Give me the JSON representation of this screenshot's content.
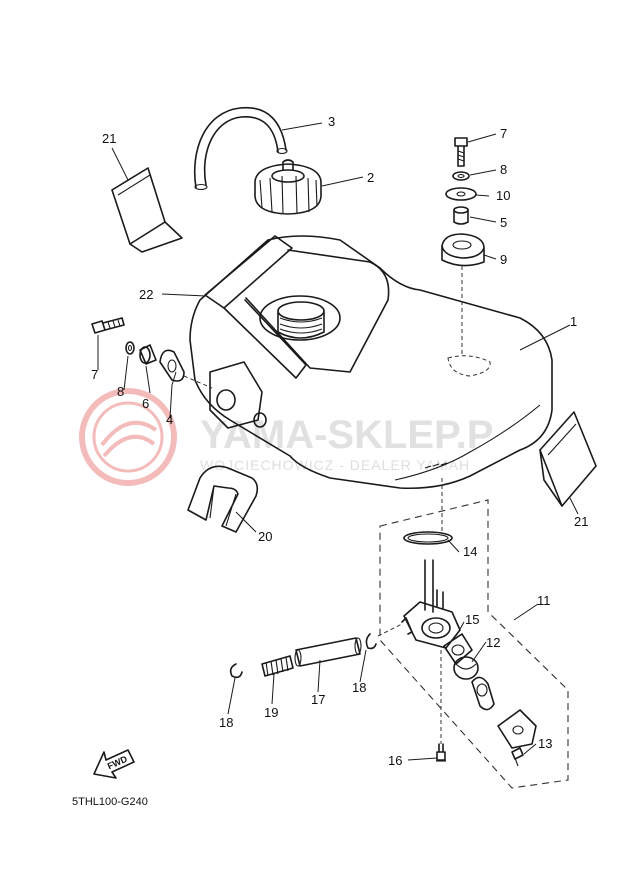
{
  "diagram_code": "5THL100-G240",
  "fwd_label": "FWD",
  "watermark": {
    "title": "YAMA-SKLEP.P",
    "subtitle": "WOJCIECHOWICZ - DEALER YAMAH",
    "color": "#e04040"
  },
  "callouts": {
    "c1": "1",
    "c2": "2",
    "c3": "3",
    "c4": "4",
    "c5": "5",
    "c6": "6",
    "c7a": "7",
    "c7b": "7",
    "c8a": "8",
    "c8b": "8",
    "c9": "9",
    "c10": "10",
    "c11": "11",
    "c12": "12",
    "c13": "13",
    "c14": "14",
    "c15": "15",
    "c16": "16",
    "c17": "17",
    "c18a": "18",
    "c18b": "18",
    "c19": "19",
    "c20": "20",
    "c21a": "21",
    "c21b": "21",
    "c22": "22"
  }
}
